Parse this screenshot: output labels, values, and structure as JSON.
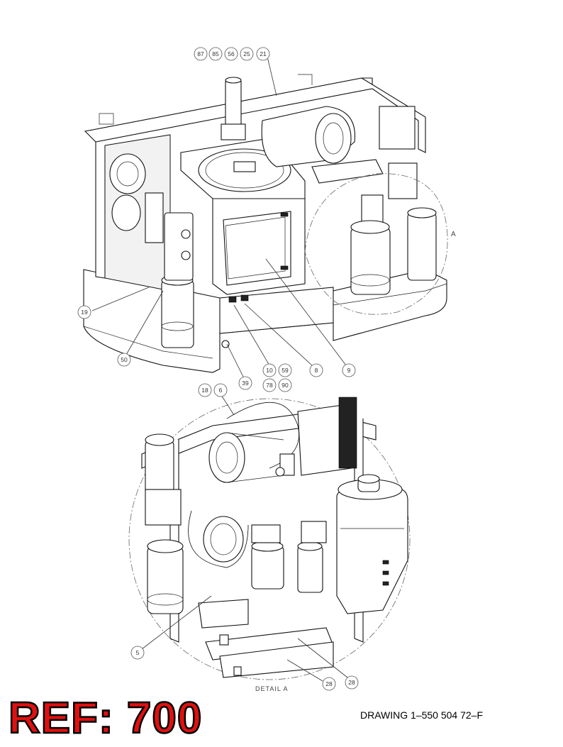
{
  "callouts_top": [
    {
      "id": "c87",
      "label": "87"
    },
    {
      "id": "c85",
      "label": "85"
    },
    {
      "id": "c56",
      "label": "56"
    },
    {
      "id": "c25",
      "label": "25"
    },
    {
      "id": "c21",
      "label": "21"
    },
    {
      "id": "c19",
      "label": "19"
    },
    {
      "id": "c50",
      "label": "50"
    },
    {
      "id": "c39",
      "label": "39"
    },
    {
      "id": "c10",
      "label": "10"
    },
    {
      "id": "c59",
      "label": "59"
    },
    {
      "id": "c78",
      "label": "78"
    },
    {
      "id": "c90",
      "label": "90"
    },
    {
      "id": "c8",
      "label": "8"
    },
    {
      "id": "c9",
      "label": "9"
    }
  ],
  "callouts_detail": [
    {
      "id": "c18",
      "label": "18"
    },
    {
      "id": "c6",
      "label": "6"
    },
    {
      "id": "c5",
      "label": "5"
    },
    {
      "id": "c28a",
      "label": "28"
    },
    {
      "id": "c28b",
      "label": "28"
    }
  ],
  "detail_marker": "A",
  "detail_label": "DETAIL A",
  "reference": "REF: 700",
  "drawing_number": "DRAWING 1–550 504 72–F",
  "colors": {
    "reference_fill": "#e01010",
    "reference_outline": "#000000",
    "line": "#111111"
  }
}
